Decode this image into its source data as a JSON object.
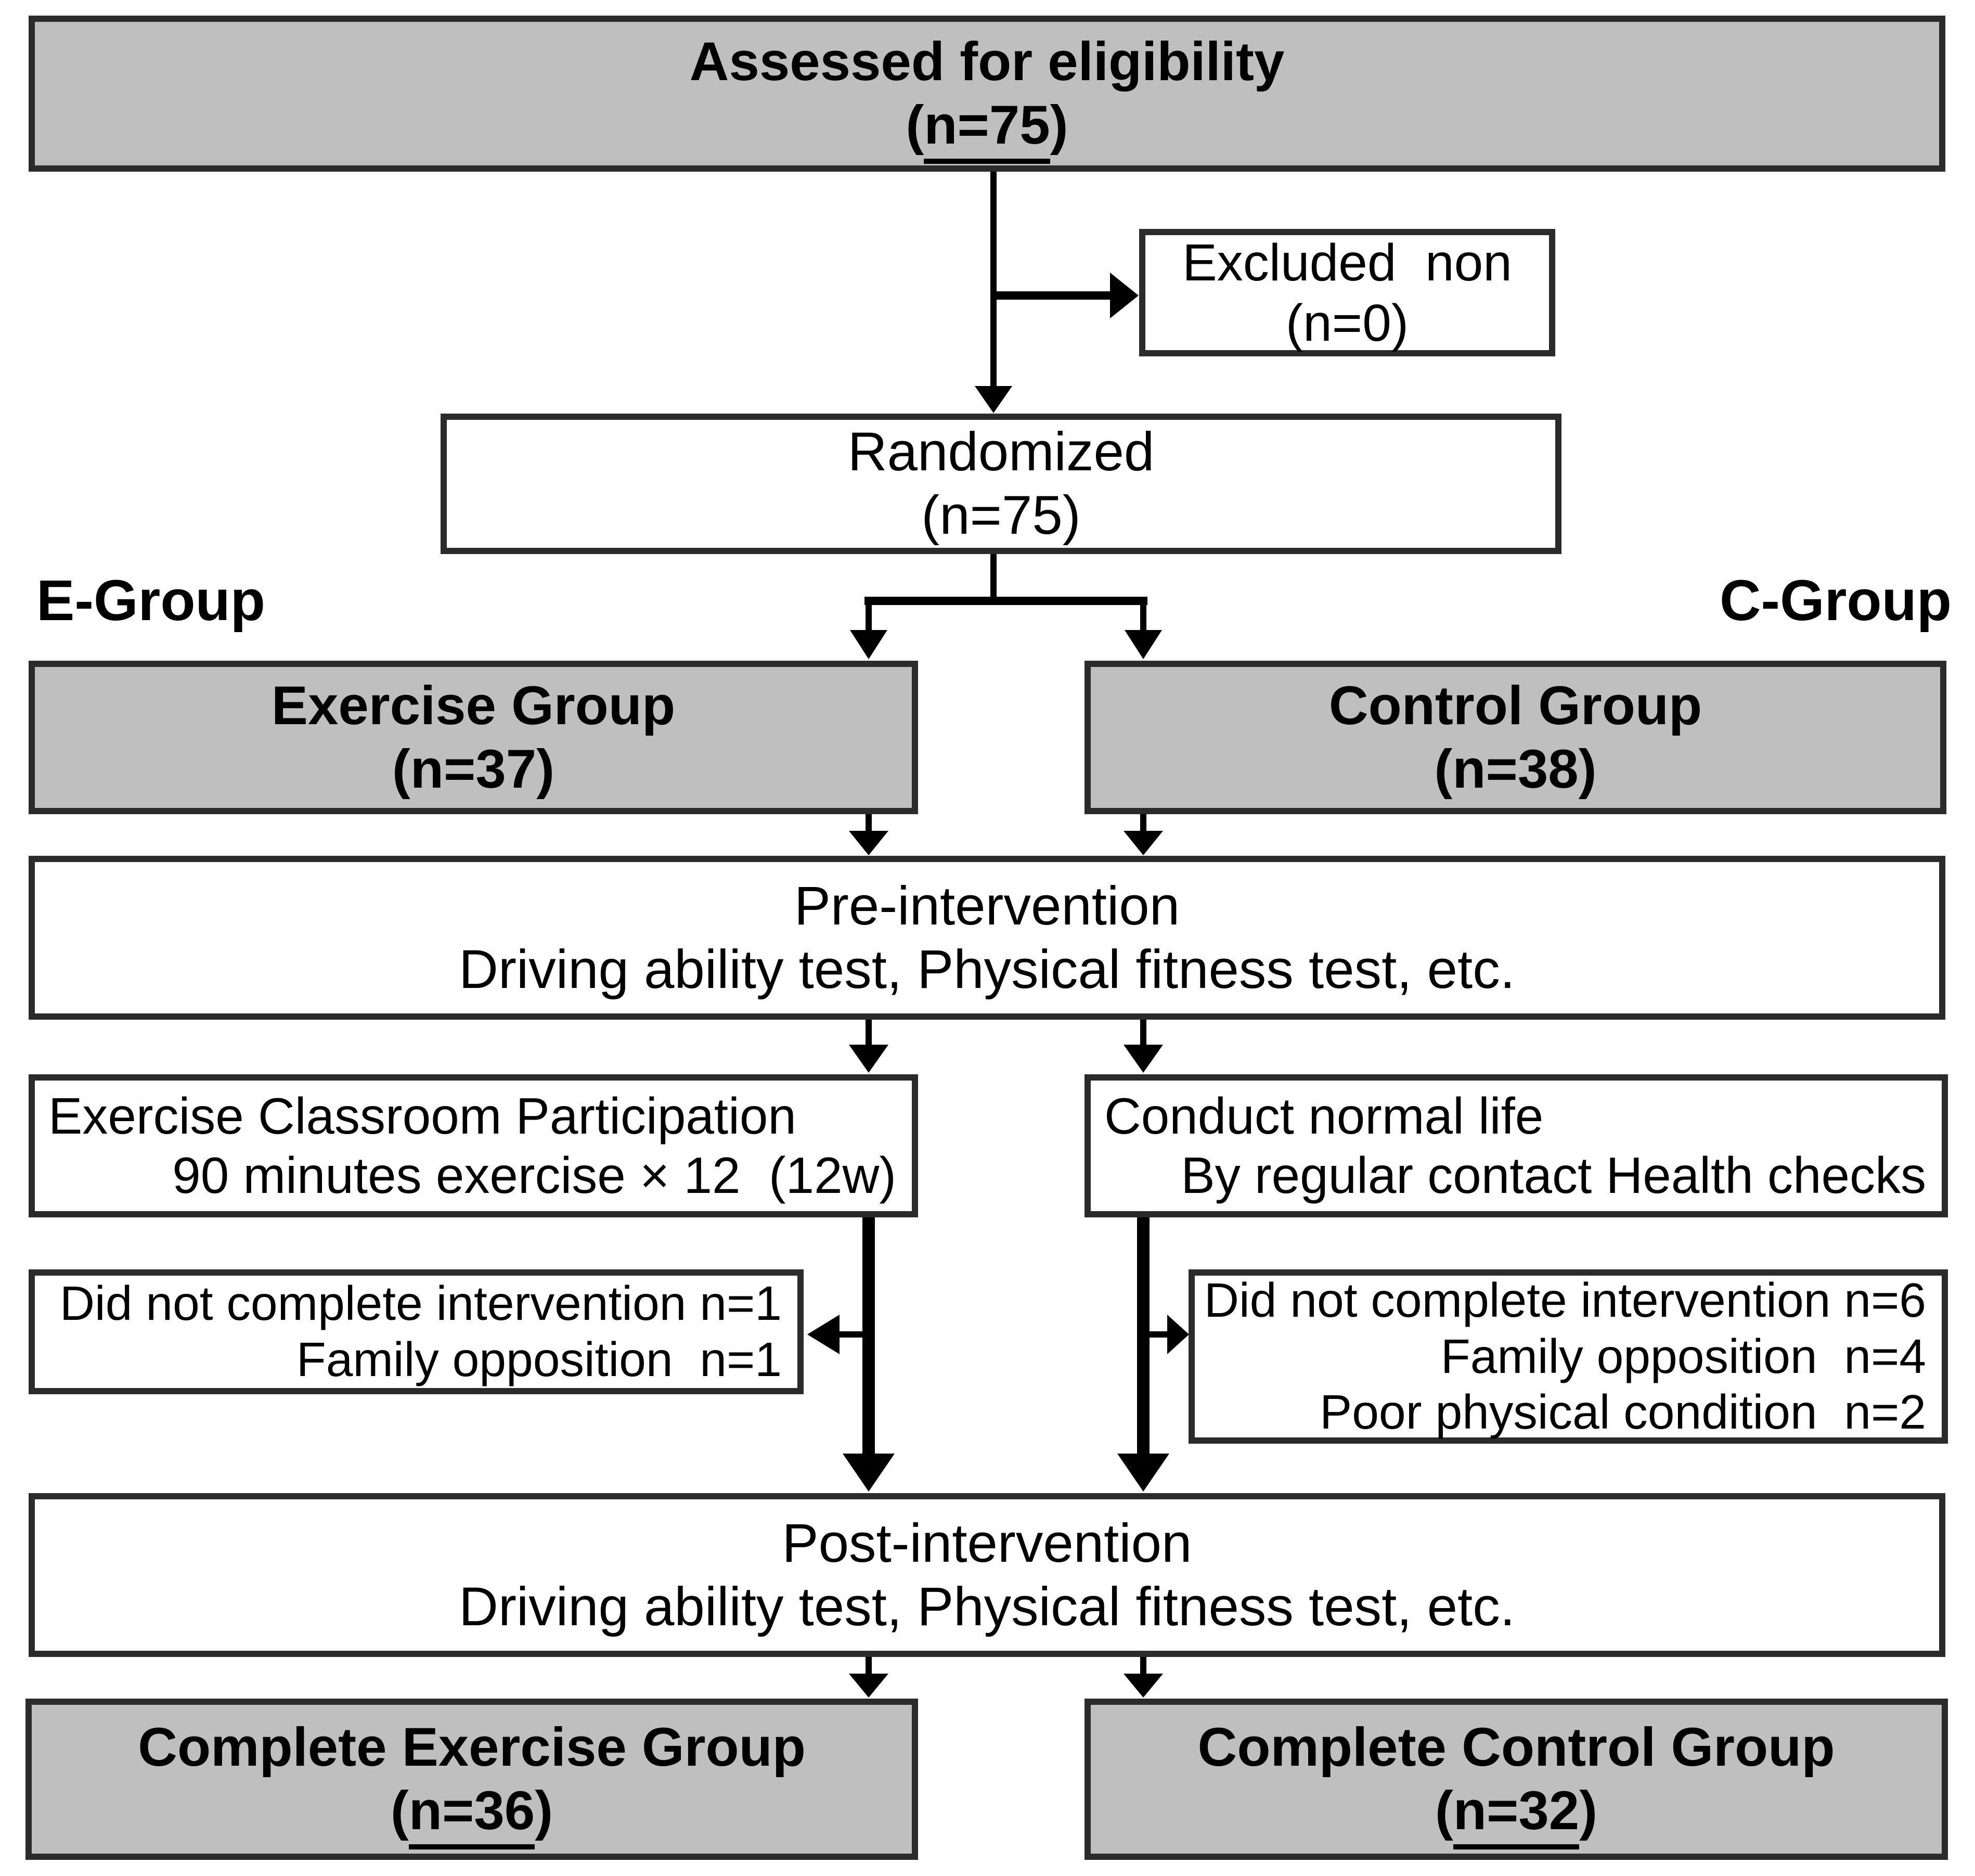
{
  "labels": {
    "e_group": "E-Group",
    "c_group": "C-Group"
  },
  "boxes": {
    "assessed": {
      "title": "Assessed for eligibility",
      "paren_open": "(",
      "n_value": "n=75",
      "paren_close": ")"
    },
    "excluded": {
      "line1": "Excluded  non",
      "line2": "(n=0)"
    },
    "randomized": {
      "line1": "Randomized",
      "line2": "(n=75)"
    },
    "exercise_group": {
      "title": "Exercise Group",
      "n": "(n=37)"
    },
    "control_group": {
      "title": "Control Group",
      "n": "(n=38)"
    },
    "pre_intervention": {
      "line1": "Pre-intervention",
      "line2": "Driving ability test, Physical fitness test, etc."
    },
    "exercise_classroom": {
      "line1": "Exercise Classroom Participation",
      "line2": "90 minutes exercise × 12  (12w)"
    },
    "conduct_normal_life": {
      "line1": "Conduct normal life",
      "line2": "By regular contact Health checks"
    },
    "dropout_exercise": {
      "line1": "Did not complete intervention n=1",
      "line2": "Family opposition  n=1"
    },
    "dropout_control": {
      "line1": "Did not complete intervention n=6",
      "line2": "Family opposition  n=4",
      "line3": "Poor physical condition  n=2"
    },
    "post_intervention": {
      "line1": "Post-intervention",
      "line2": "Driving ability test, Physical fitness test, etc."
    },
    "complete_exercise": {
      "title": "Complete Exercise Group",
      "paren_open": "(",
      "n_value": "n=36",
      "paren_close": ")"
    },
    "complete_control": {
      "title": "Complete Control Group",
      "paren_open": "(",
      "n_value": "n=32",
      "paren_close": ")"
    }
  },
  "colors": {
    "gray_fill": "#bfbfbf",
    "white_fill": "#ffffff",
    "border": "#2b2b2b",
    "arrow": "#000000",
    "text": "#000000"
  }
}
